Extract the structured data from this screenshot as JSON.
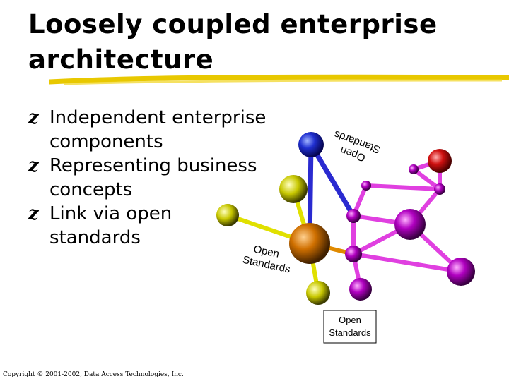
{
  "slide": {
    "title": "Loosely coupled enterprise architecture",
    "bullets": [
      {
        "text": "Independent enterprise components"
      },
      {
        "text": "Representing business concepts"
      },
      {
        "text": "Link via open standards"
      }
    ],
    "copyright": "Copyright © 2001-2002, Data Access Technologies, Inc."
  },
  "diagram": {
    "labels": {
      "top_line1": "Open",
      "top_line2": "Standards",
      "mid_line1": "Open",
      "mid_line2": "Standards",
      "bottom_line1": "Open",
      "bottom_line2": "Standards"
    }
  },
  "colors": {
    "accent_stroke": "#e8c800",
    "link_blue": "#2a2ad0",
    "link_yellow": "#e0e000",
    "link_magenta": "#e040e0",
    "link_orange": "#e08a00"
  }
}
